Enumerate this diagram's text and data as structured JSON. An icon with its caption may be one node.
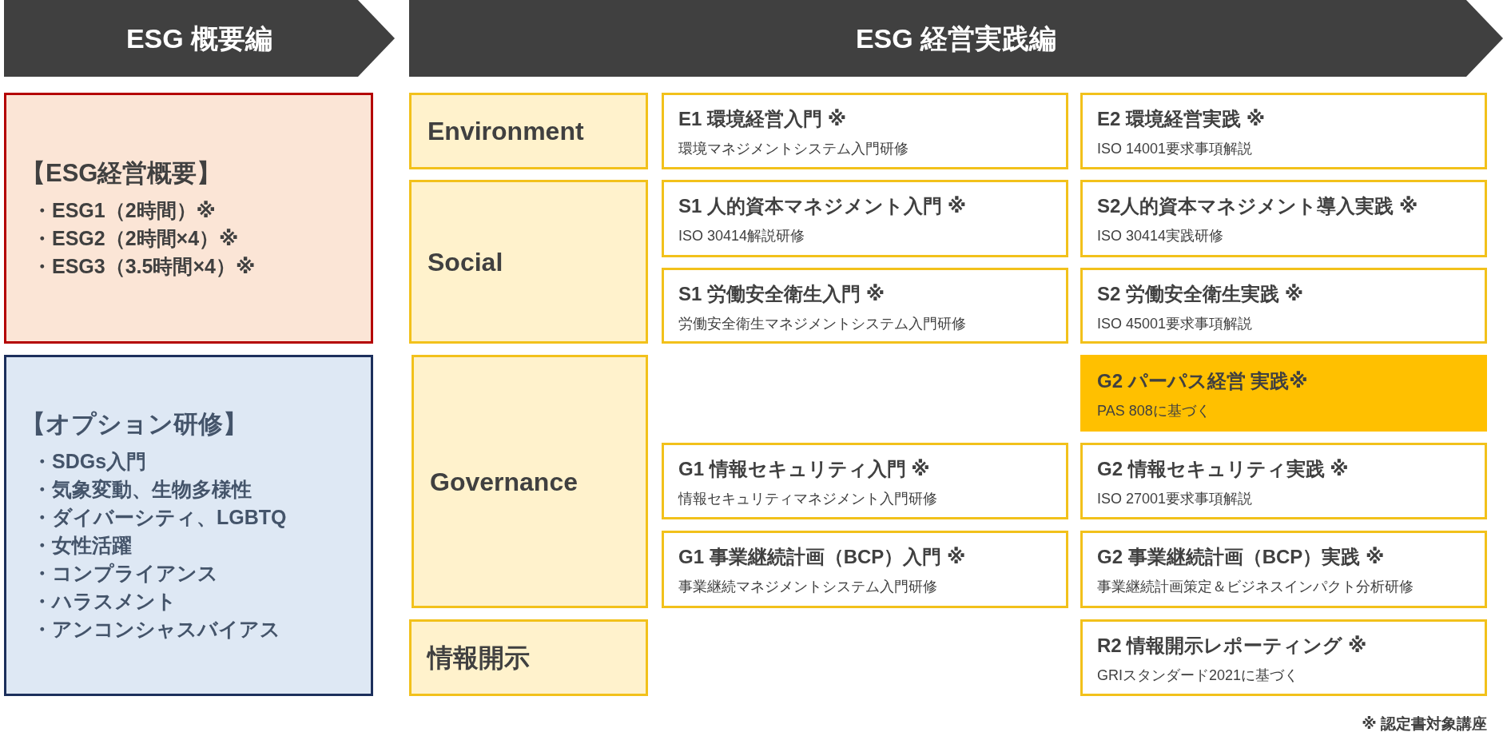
{
  "diagram": {
    "nodes": [
      {
        "text": [
          "ESG 概要編"
        ]
      },
      {
        "text": [
          "ESG 経営実践編"
        ]
      },
      {
        "text": [
          "【ESG経営概要】",
          "・ESG1（2時間）※",
          "・ESG2（2時間×4）※",
          "・ESG3（3.5時間×4）※"
        ]
      },
      {
        "text": [
          "【オプション研修】",
          "・SDGs入門",
          "・気象変動、生物多様性",
          "・ダイバーシティ、LGBTQ",
          "・女性活躍",
          "・コンプライアンス",
          "・ハラスメント",
          "・アンコンシャスバイアス"
        ]
      },
      {
        "text": [
          "Environment"
        ]
      },
      {
        "text": [
          "E1 環境経営入門 ※",
          "環境マネジメントシステム入門研修"
        ]
      },
      {
        "text": [
          "E2 環境経営実践 ※",
          "ISO 14001要求事項解説"
        ]
      },
      {
        "text": [
          "Social"
        ]
      },
      {
        "text": [
          "S1 人的資本マネジメント入門 ※",
          "ISO 30414解説研修"
        ]
      },
      {
        "text": [
          "S2人的資本マネジメント導入実践 ※",
          "ISO 30414実践研修"
        ]
      },
      {
        "text": [
          "S1 労働安全衛生入門 ※",
          "労働安全衛生マネジメントシステム入門研修"
        ]
      },
      {
        "text": [
          "S2 労働安全衛生実践 ※",
          "ISO 45001要求事項解説"
        ]
      },
      {
        "text": [
          "Governance"
        ]
      },
      {
        "text": [
          "G2 パーパス経営 実践※",
          "PAS 808に基づく"
        ]
      },
      {
        "text": [
          "G1 情報セキュリティ入門 ※",
          "情報セキュリティマネジメント入門研修"
        ]
      },
      {
        "text": [
          "G2 情報セキュリティ実践 ※",
          "ISO 27001要求事項解説"
        ]
      },
      {
        "text": [
          "G1 事業継続計画（BCP）入門 ※",
          "事業継続マネジメントシステム入門研修"
        ]
      },
      {
        "text": [
          "G2 事業継続計画（BCP）実践 ※",
          "事業継続計画策定＆ビジネスインパクト分析研修"
        ]
      },
      {
        "text": [
          "情報開示"
        ]
      },
      {
        "text": [
          "R2 情報開示レポーティング ※",
          "GRIスタンダード2021に基づく"
        ]
      }
    ],
    "labels": [
      "※ 認定書対象講座"
    ]
  }
}
